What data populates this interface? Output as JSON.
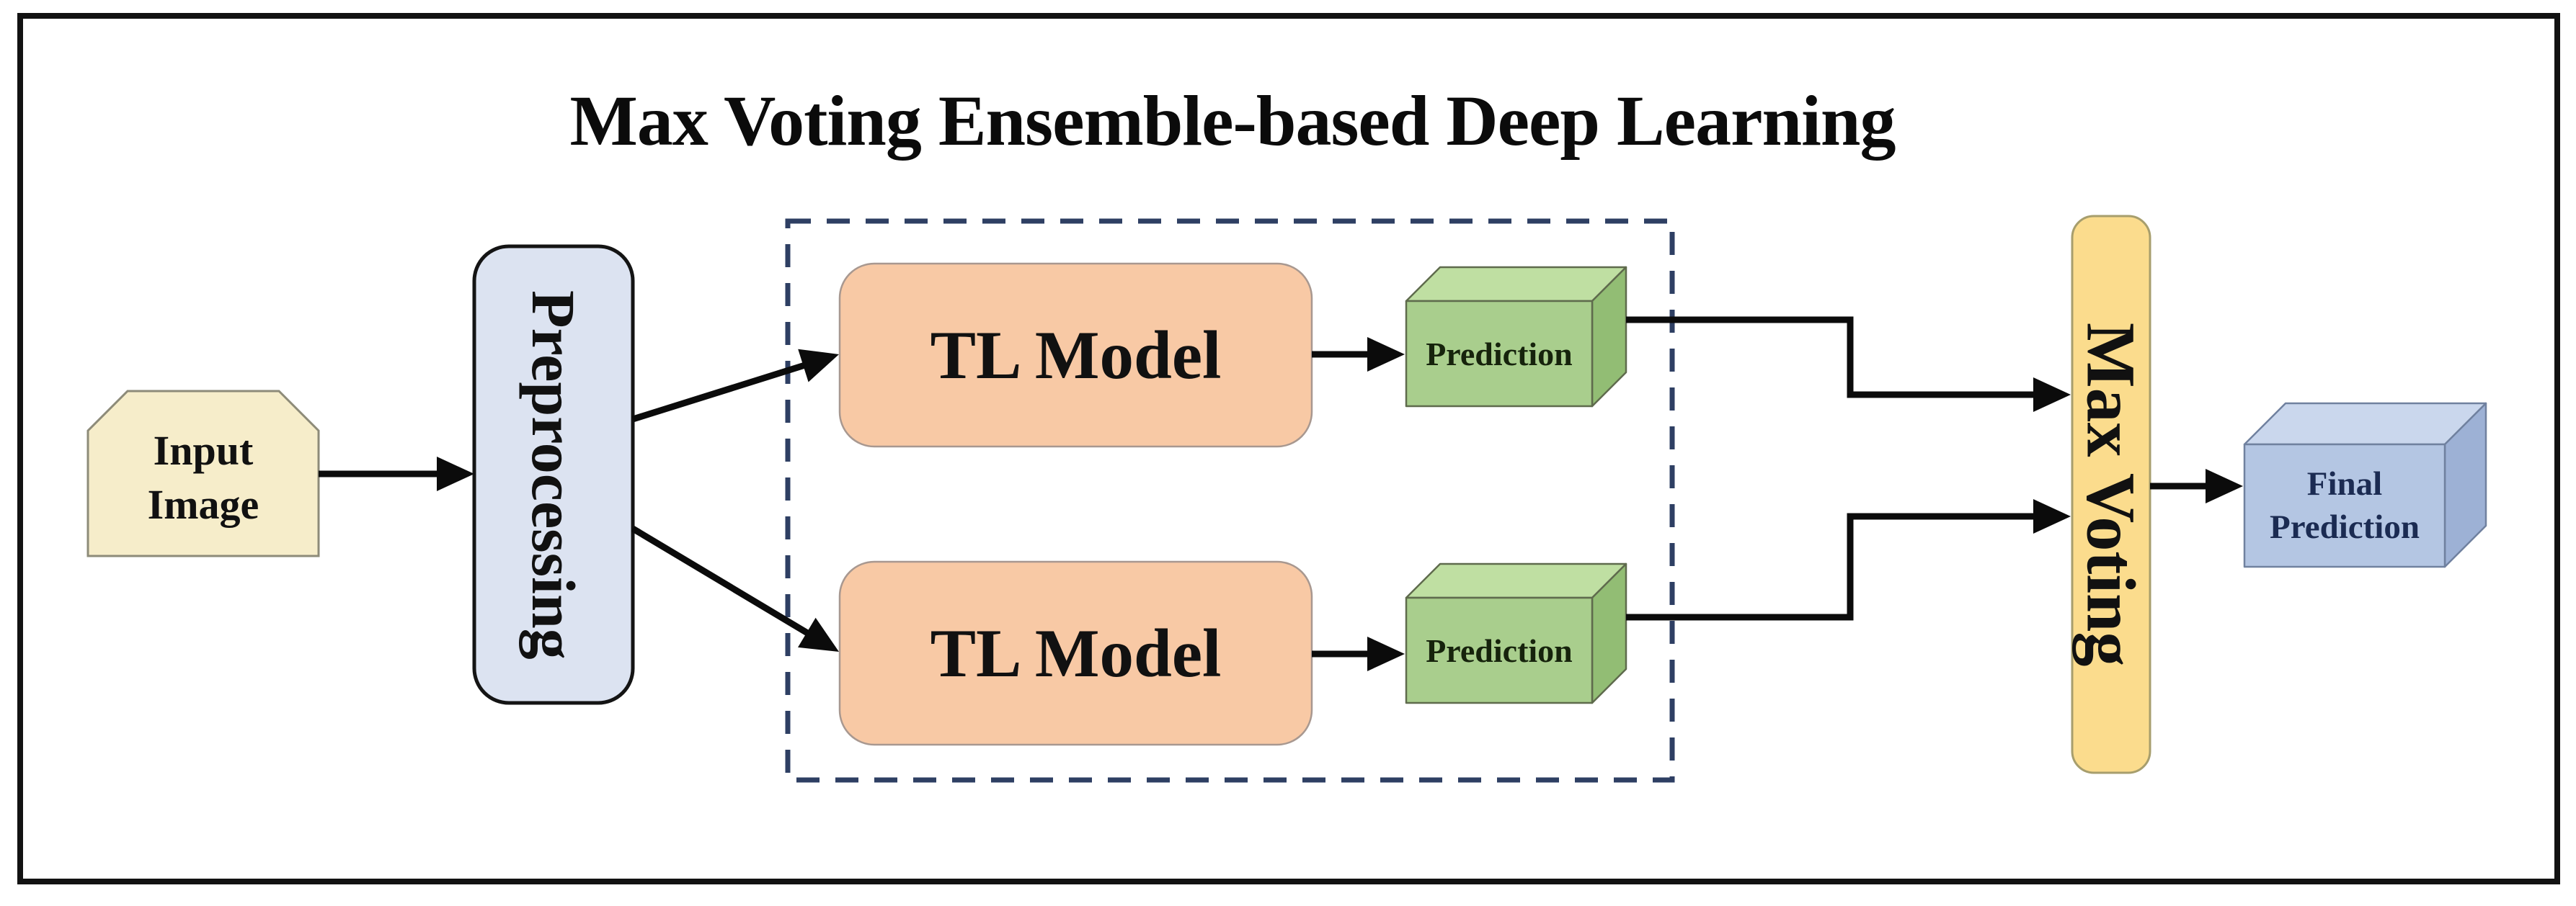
{
  "diagram": {
    "title": "Max Voting Ensemble-based Deep Learning",
    "nodes": {
      "input_image": {
        "line1": "Input",
        "line2": "Image"
      },
      "preprocessing": {
        "label": "Preprocessing"
      },
      "tl_model_1": {
        "label": "TL Model"
      },
      "tl_model_2": {
        "label": "TL Model"
      },
      "prediction_1": {
        "label": "Prediction"
      },
      "prediction_2": {
        "label": "Prediction"
      },
      "max_voting": {
        "label": "Max Voting"
      },
      "final_prediction": {
        "line1": "Final",
        "line2": "Prediction"
      }
    },
    "colors": {
      "input_fill": "#F6EDCA",
      "preprocessing_fill": "#DCE3F1",
      "tl_fill": "#F8C9A5",
      "prediction_front": "#A9CE8D",
      "prediction_top": "#BFDFA2",
      "prediction_side": "#92BD74",
      "max_voting_fill": "#FBDC8D",
      "final_front": "#B4C6E3",
      "final_top": "#CAD7ED",
      "final_side": "#9DB1D5",
      "dashed_border": "#2E3F63",
      "arrow": "#0B0B0B"
    }
  }
}
